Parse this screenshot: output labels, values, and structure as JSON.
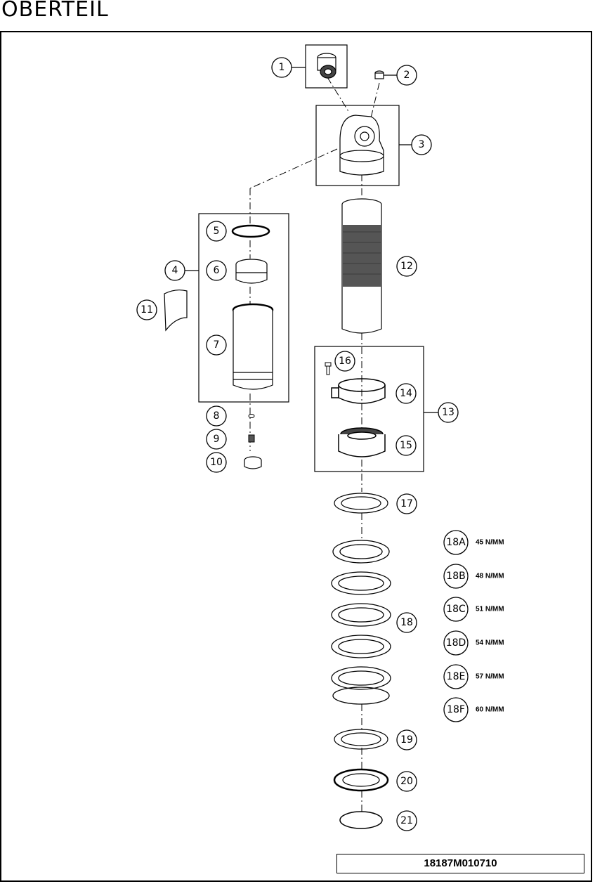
{
  "title": "OBERTEIL",
  "document_id": "18187M010710",
  "callouts": [
    "1",
    "2",
    "3",
    "4",
    "5",
    "6",
    "7",
    "8",
    "9",
    "10",
    "11",
    "12",
    "13",
    "14",
    "15",
    "16",
    "17",
    "18",
    "19",
    "20",
    "21"
  ],
  "spring_variants": [
    {
      "label": "18A",
      "rate": "45 N/MM"
    },
    {
      "label": "18B",
      "rate": "48 N/MM"
    },
    {
      "label": "18C",
      "rate": "51 N/MM"
    },
    {
      "label": "18D",
      "rate": "54 N/MM"
    },
    {
      "label": "18E",
      "rate": "57 N/MM"
    },
    {
      "label": "18F",
      "rate": "60 N/MM"
    }
  ]
}
